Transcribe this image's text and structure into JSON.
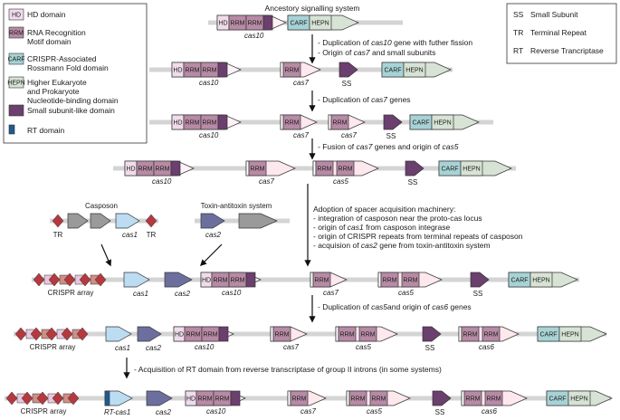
{
  "colors": {
    "hd": "#f0dcea",
    "rrm": "#b78aa5",
    "carf": "#a8d3d6",
    "hepn": "#d7e3d4",
    "ss": "#6b3f6e",
    "rt": "#1f5a8f",
    "cas7": "#fde8ee",
    "cas1": "#bcdcf2",
    "cas2": "#6c6f9e",
    "tox": "#9a9a9a",
    "diamond": "#b5393f",
    "crispr_sq": "#e8c8de",
    "line": "#d4d4d4",
    "border": "#333333"
  },
  "header": {
    "title": "Ancestory signalling system"
  },
  "legend": {
    "items": [
      {
        "key": "HD",
        "text": "HD domain"
      },
      {
        "key": "RRM",
        "text": "RNA Recognition\nMotif domain"
      },
      {
        "key": "CARF",
        "text": "CRISPR-Associated\nRossmann Fold domain"
      },
      {
        "key": "HEPN",
        "text": "Higher Eukaryote\nand Prokaryote\nNucleotide-binding domain"
      },
      {
        "key": "",
        "text": "Small subunit-like domain"
      },
      {
        "key": "",
        "text": "RT domain"
      }
    ]
  },
  "abbrev": {
    "items": [
      {
        "key": "SS",
        "text": "Small Subunit"
      },
      {
        "key": "TR",
        "text": "Terminal Repeat"
      },
      {
        "key": "RT",
        "text": "Reverse Trancriptase"
      }
    ]
  },
  "steps": {
    "s1": [
      "- Duplication of cas10 gene with futher fission",
      "- Origin of cas7 and small subunits"
    ],
    "s2": [
      "- Duplication of cas7 genes"
    ],
    "s3": [
      "- Fusion of cas7 genes and origin of cas5"
    ],
    "s4": [
      "Adoption of spacer acquisition machinery:",
      "- integration of casposon near the proto-cas locus",
      "- origin of cas1 from casposon integrase",
      "- origin of CRISPR repeats from terminal repeats of casposon",
      "- acquision of cas2 gene from toxin-antitoxin system"
    ],
    "s5": [
      "- Duplication of cas5and origin of cas6 genes"
    ],
    "s6": [
      "- Acquisition of RT domain from reverse transcriptase of group II introns (in some systems)"
    ]
  },
  "labels": {
    "hd": "HD",
    "rrm": "RRM",
    "carf": "CARF",
    "hepn": "HEPN",
    "ss": "SS",
    "tr": "TR",
    "cas10": "cas10",
    "cas7": "cas7",
    "cas5": "cas5",
    "cas6": "cas6",
    "cas1": "cas1",
    "cas2": "cas2",
    "rt_cas1": "RT-cas1",
    "casposon": "Casposon",
    "toxin": "Toxin-antitoxin system",
    "crispr_array": "CRISPR array"
  }
}
